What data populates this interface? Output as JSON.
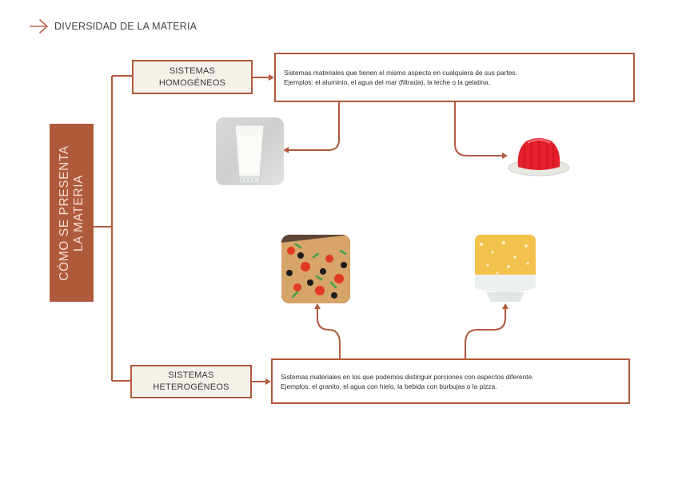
{
  "header": {
    "title": "DIVERSIDAD DE LA MATERIA",
    "icon": "arrow-right-icon"
  },
  "root": {
    "line1": "CÓMO SE PRESENTA",
    "line2": "LA MATERIA"
  },
  "categories": [
    {
      "id": "homogeneos",
      "line1": "SISTEMAS",
      "line2": "HOMOGÉNEOS",
      "description_line1": "Sistemas materiales que tienen el mismo aspecto en cualquiera de sus partes.",
      "description_line2": "Ejemplos: el aluminio, el agua del mar (filtrada), la leche o la gelatina.",
      "images": [
        "glass-of-milk",
        "red-gelatin"
      ]
    },
    {
      "id": "heterogeneos",
      "line1": "SISTEMAS",
      "line2": "HETEROGÉNEOS",
      "description_line1": "Sistemas materiales en los que podemos distinguir porciones con aspectos diferente.",
      "description_line2": "Ejemplos: el granito, el agua con hielo, la bebida con burbujas o la pizza.",
      "images": [
        "pizza",
        "bubbly-drink"
      ]
    }
  ],
  "colors": {
    "accent": "#b05a3c",
    "box_fill": "#f3f1ea",
    "root_text": "#f3ddd3"
  }
}
